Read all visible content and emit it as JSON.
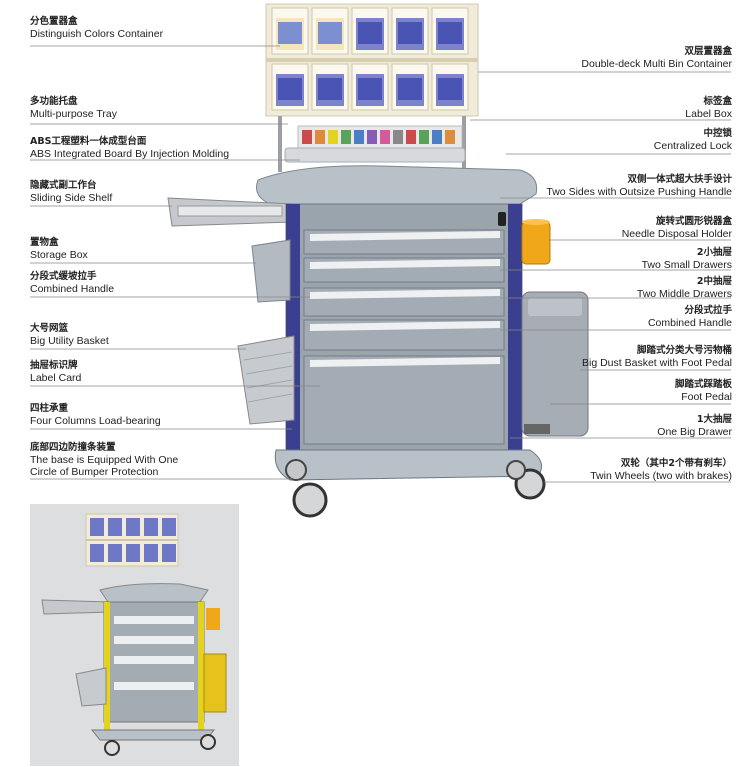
{
  "left_callouts": [
    {
      "zh": "分色置器盒",
      "en": "Distinguish Colors Container"
    },
    {
      "zh": "多功能托盘",
      "en": "Multi-purpose Tray"
    },
    {
      "zh": "ABS工程塑料一体成型台面",
      "en": "ABS Integrated Board By Injection Molding"
    },
    {
      "zh": "隐藏式副工作台",
      "en": "Sliding Side Shelf"
    },
    {
      "zh": "置物盒",
      "en": "Storage Box"
    },
    {
      "zh": "分段式缓坡拉手",
      "en": "Combined Handle"
    },
    {
      "zh": "大号网篮",
      "en": "Big Utility Basket"
    },
    {
      "zh": "抽屉标识牌",
      "en": "Label Card"
    },
    {
      "zh": "四柱承重",
      "en": "Four Columns Load-bearing"
    },
    {
      "zh": "底部四边防撞条装置",
      "en": "The base is Equipped With One",
      "en2": "Circle of Bumper Protection"
    }
  ],
  "right_callouts": [
    {
      "zh": "双层置器盒",
      "en": "Double-deck Multi Bin Container"
    },
    {
      "zh": "标签盒",
      "en": "Label Box"
    },
    {
      "zh": "中控锁",
      "en": "Centralized Lock"
    },
    {
      "zh": "双侧一体式超大扶手设计",
      "en": "Two Sides with Outsize Pushing Handle"
    },
    {
      "zh": "旋转式圆形锐器盒",
      "en": "Needle Disposal Holder"
    },
    {
      "zh": "2小抽屉",
      "en": "Two Small Drawers"
    },
    {
      "zh": "2中抽屉",
      "en": "Two Middle Drawers"
    },
    {
      "zh": "分段式拉手",
      "en": "Combined Handle"
    },
    {
      "zh": "脚踏式分类大号污物桶",
      "en": "Big Dust Basket with Foot Pedal"
    },
    {
      "zh": "脚踏式踩踏板",
      "en": "Foot Pedal"
    },
    {
      "zh": "1大抽屉",
      "en": "One Big Drawer"
    },
    {
      "zh": "双轮（其中2个带有刹车）",
      "en": "Twin Wheels (two with brakes)"
    }
  ],
  "colors": {
    "frame": "#3b3f8f",
    "body": "#9aa4ad",
    "bin": "#f3eedc",
    "sharps": "#f0a81a",
    "bumper_alt": "#e3d21e"
  }
}
